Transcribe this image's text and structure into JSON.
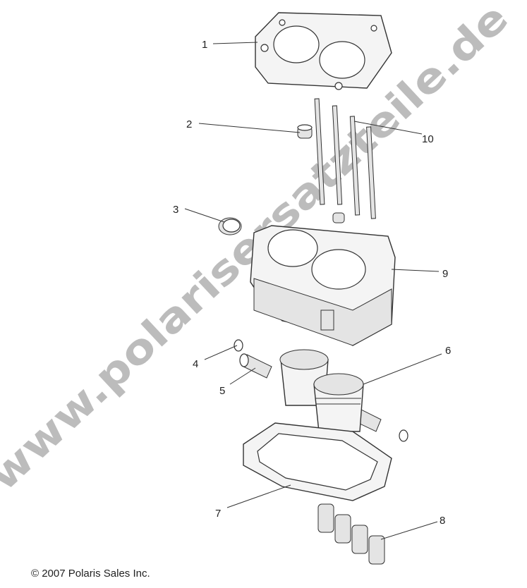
{
  "diagram": {
    "callouts": [
      "1",
      "2",
      "3",
      "4",
      "5",
      "6",
      "7",
      "8",
      "9",
      "10"
    ],
    "watermark": "www.polarisersatzteile.de",
    "copyright": "© 2007 Polaris Sales Inc."
  }
}
